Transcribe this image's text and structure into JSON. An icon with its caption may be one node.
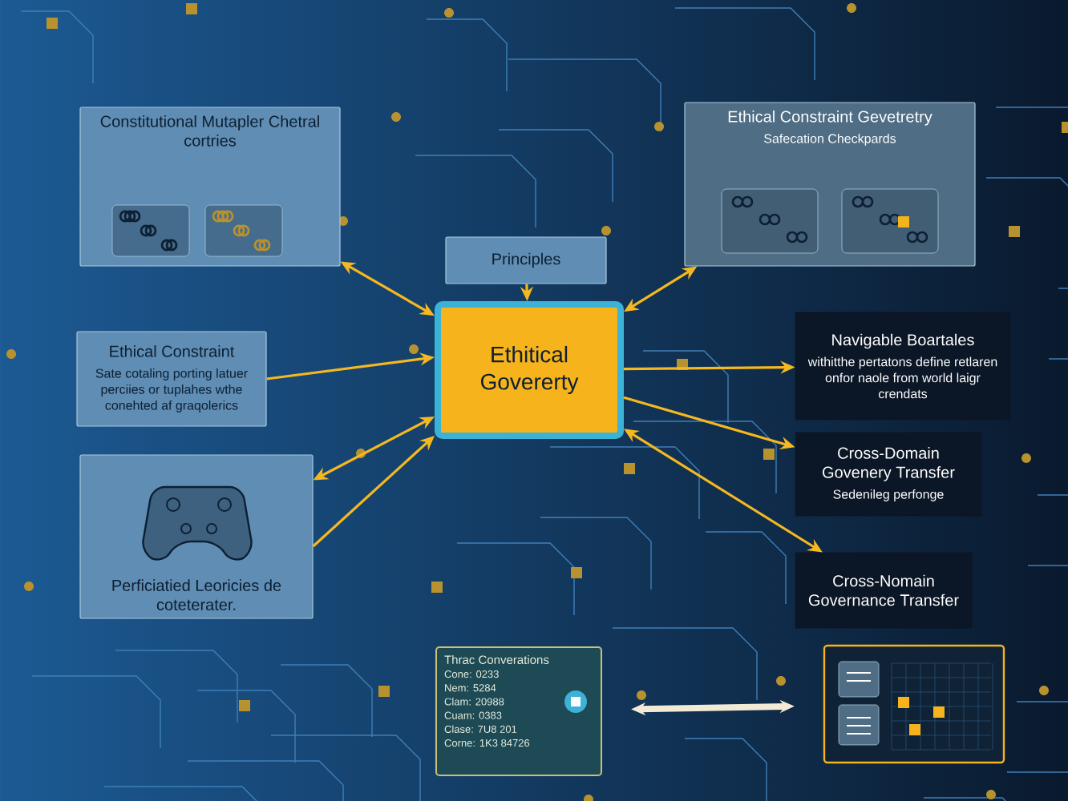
{
  "diagram": {
    "nodes": [
      {
        "text": [
          "Constitutional Mutapler Chetral cortries"
        ]
      },
      {
        "text": [
          "Principles"
        ]
      },
      {
        "text": [
          "Ethitical Govererty"
        ]
      },
      {
        "text": [
          "Ethical Constraint Gevetretry",
          "Safecation Checkpards"
        ]
      },
      {
        "text": [
          "Ethical Constraint",
          "Sate cotaling porting latuer perciies or tuplahes wthe conehted af graqolerics"
        ]
      },
      {
        "text": [
          "Perficiatied Leoricies de coteterater."
        ]
      },
      {
        "text": [
          "Navigable Boartales",
          "withitthe pertatons define retlaren onfor naole from world laigr crendats"
        ]
      },
      {
        "text": [
          "Cross-Domain Govenery Transfer",
          "Sedenileg perfonge"
        ]
      },
      {
        "text": [
          "Cross-Nomain Governance Transfer"
        ]
      },
      {
        "text": [
          "Thrac Converations",
          "Cone: 0233",
          "Nem: 5284",
          "Clam: 20988",
          "Cuam: 0383",
          "Clase: 7U8 201",
          "Corne: 1K3 84726"
        ]
      },
      {
        "text": [],
        "shape": "picture"
      }
    ],
    "edges": [
      {
        "from": 2,
        "to": 0,
        "arrow": "both"
      },
      {
        "from": 1,
        "to": 2,
        "arrow": "to"
      },
      {
        "from": 4,
        "to": 2,
        "arrow": "to"
      },
      {
        "from": 2,
        "to": 5,
        "arrow": "both"
      },
      {
        "from": 5,
        "to": 2,
        "arrow": "to"
      },
      {
        "from": 2,
        "to": 3,
        "arrow": "both"
      },
      {
        "from": 2,
        "to": 6,
        "arrow": "to"
      },
      {
        "from": 2,
        "to": 7,
        "arrow": "to"
      },
      {
        "from": 2,
        "to": 8,
        "arrow": "both"
      },
      {
        "from": 9,
        "to": 10,
        "arrow": "both",
        "style": "thick",
        "color": "#f3ead6"
      }
    ]
  }
}
